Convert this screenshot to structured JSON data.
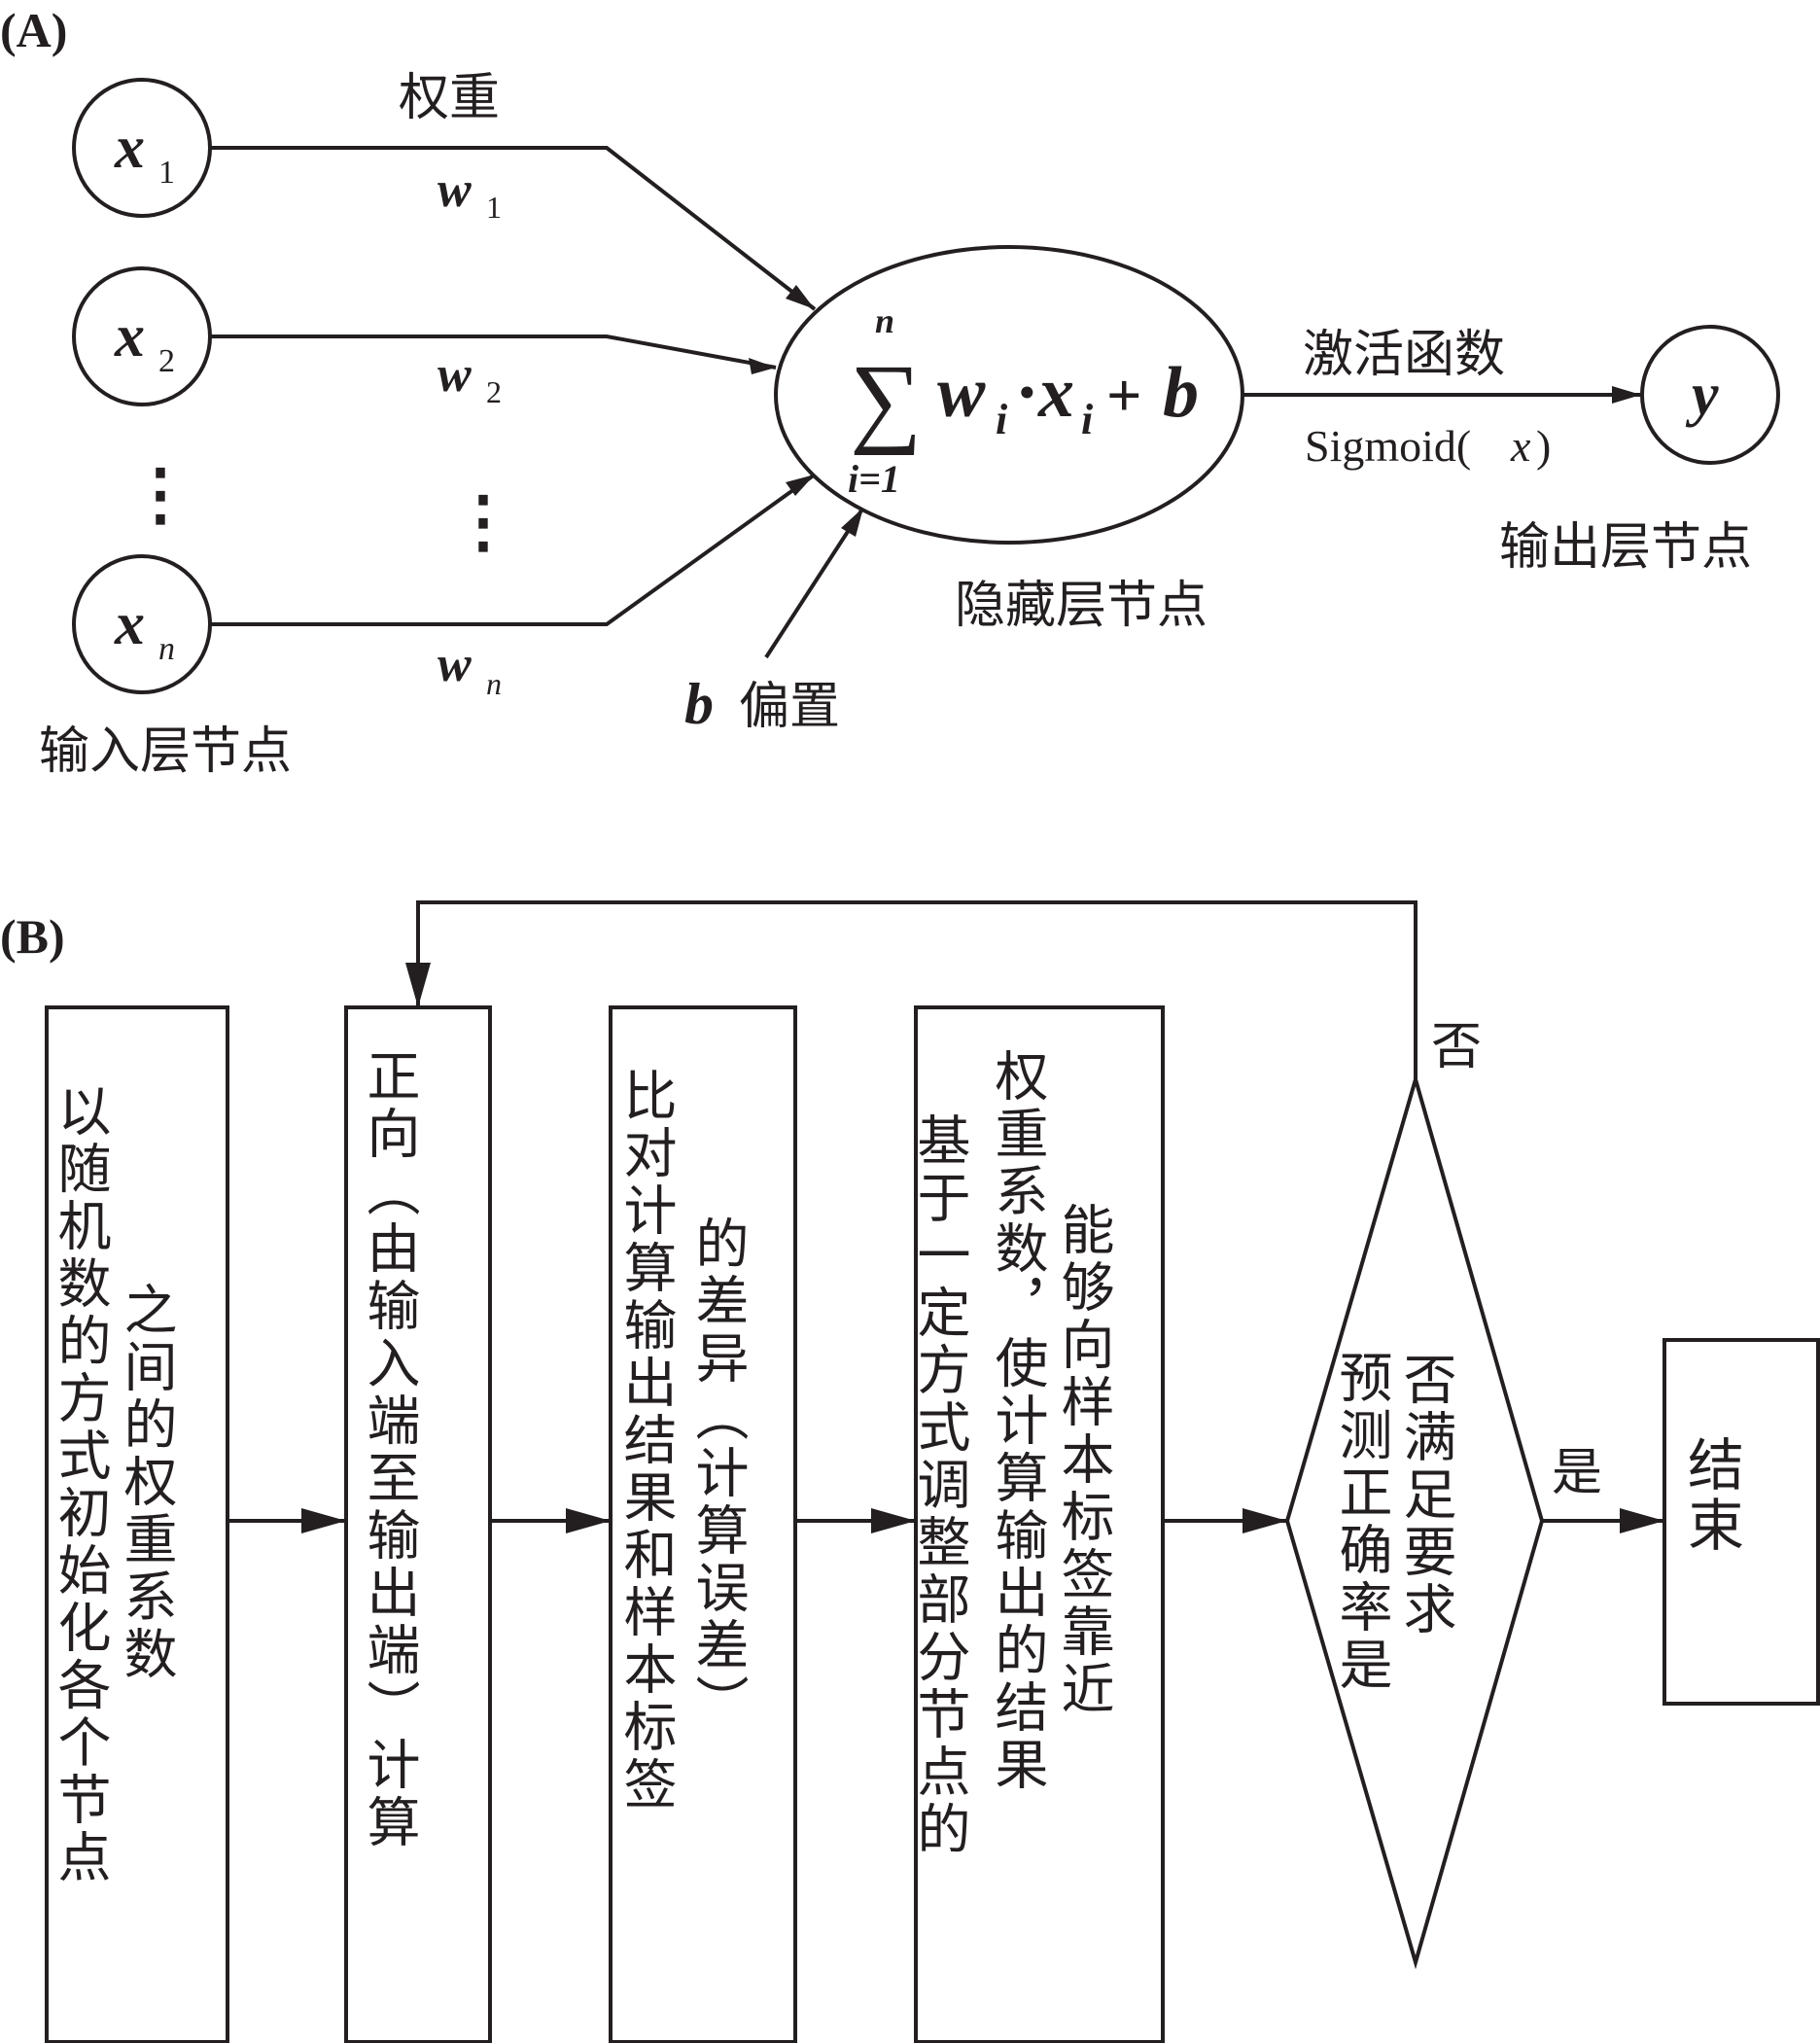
{
  "panel_a": {
    "label": "(A)",
    "inputs": [
      {
        "symbol": "x",
        "sub": "1"
      },
      {
        "symbol": "x",
        "sub": "2"
      },
      {
        "symbol": "x",
        "sub": "n"
      }
    ],
    "weights": [
      {
        "symbol": "w",
        "sub": "1"
      },
      {
        "symbol": "w",
        "sub": "2"
      },
      {
        "symbol": "w",
        "sub": "n"
      }
    ],
    "weight_title": "权重",
    "input_layer_label": "输入层节点",
    "formula": {
      "sigma": "∑",
      "upper": "n",
      "lower": "i=1",
      "body": "w",
      "sub1": "i",
      "dot": "·",
      "x": "x",
      "sub2": "i",
      "plus": "+",
      "b": "b"
    },
    "hidden_layer_label": "隐藏层节点",
    "bias_symbol": "b",
    "bias_label": "偏置",
    "activation_label": "激活函数",
    "activation_fn": {
      "name": "Sigmoid(",
      "arg": "x",
      "close": ")"
    },
    "output_symbol": "y",
    "output_layer_label": "输出层节点",
    "ellipsis": "⋮"
  },
  "panel_b": {
    "label": "(B)",
    "box1": {
      "col_main": "以随机数的方式初始化各个节点",
      "col_side": "之间的权重系数"
    },
    "box2": {
      "col_main": "正向（由输入端至输出端）计算"
    },
    "box3": {
      "col_main": "比对计算输出结果和样本标签",
      "col_side": "的差异（计算误差）"
    },
    "box4": {
      "col_left": "基于一定方式调整部分节点的",
      "col_mid": "权重系数，使计算输出的结果",
      "col_right": "能够向样本标签靠近"
    },
    "decision": {
      "col_left": "预测正确率是",
      "col_right": "否满足要求"
    },
    "no_label": "否",
    "yes_label": "是",
    "end_box": "结束"
  }
}
